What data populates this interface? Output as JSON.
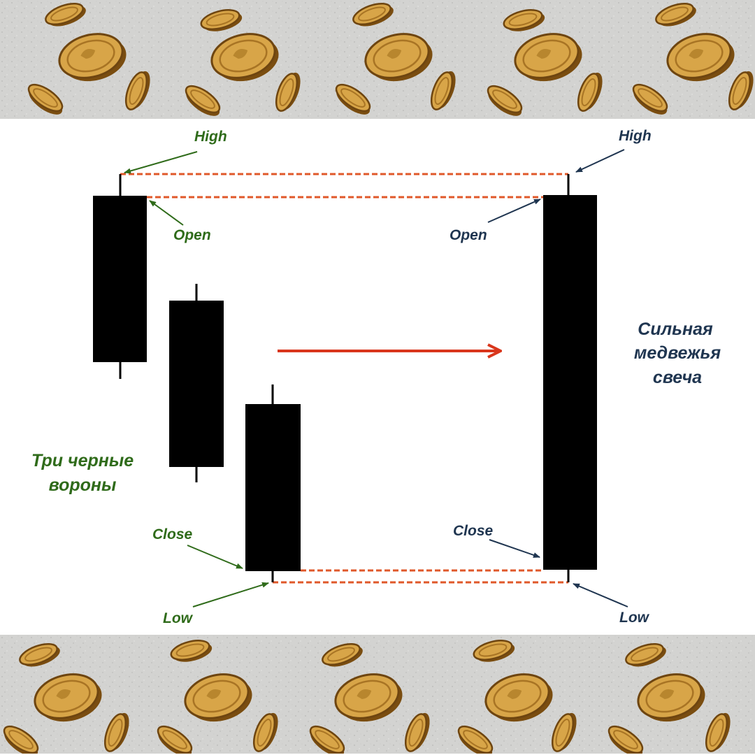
{
  "labels": {
    "left_high": "High",
    "left_open": "Open",
    "left_close": "Close",
    "left_low": "Low",
    "right_high": "High",
    "right_open": "Open",
    "right_close": "Close",
    "right_low": "Low"
  },
  "captions": {
    "left_line1": "Три черные",
    "left_line2": "вороны",
    "right_line1": "Сильная",
    "right_line2": "медвежья",
    "right_line3": "свеча"
  },
  "colors": {
    "candle": "#000000",
    "dashed_line": "#e0582a",
    "trend_arrow": "#d9361c",
    "left_labels": "#2f6b1a",
    "right_labels": "#1f3550",
    "coin_fill": "#d6a348",
    "coin_dark": "#8a5a14",
    "stone": "#d4d4d2"
  },
  "icons": {
    "coin": "gold-coin-icon"
  }
}
